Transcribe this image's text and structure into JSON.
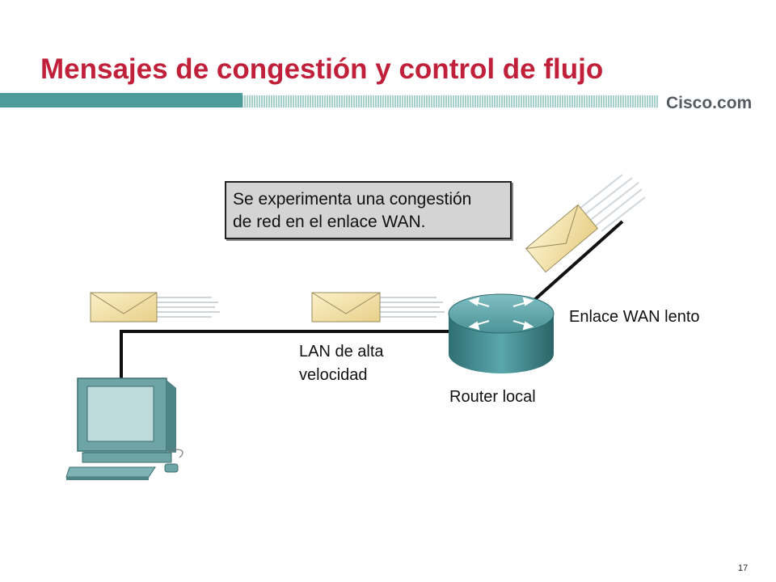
{
  "slide": {
    "title": "Mensajes de congestión y control de flujo",
    "brand": "Cisco.com",
    "page_number": "17"
  },
  "diagram": {
    "callout_lines": [
      "Se experimenta una congestión",
      "de red en el enlace WAN."
    ],
    "lan_label_lines": [
      "LAN de alta",
      "velocidad"
    ],
    "router_label": "Router local",
    "wan_label": "Enlace WAN lento"
  },
  "colors": {
    "title": "#c0203a",
    "header_bar": "#4d9c9b",
    "callout_fill": "#d4d4d4",
    "router": "#3f8a8f",
    "computer": "#6ea4a6",
    "envelope": "#f3e3a8"
  }
}
